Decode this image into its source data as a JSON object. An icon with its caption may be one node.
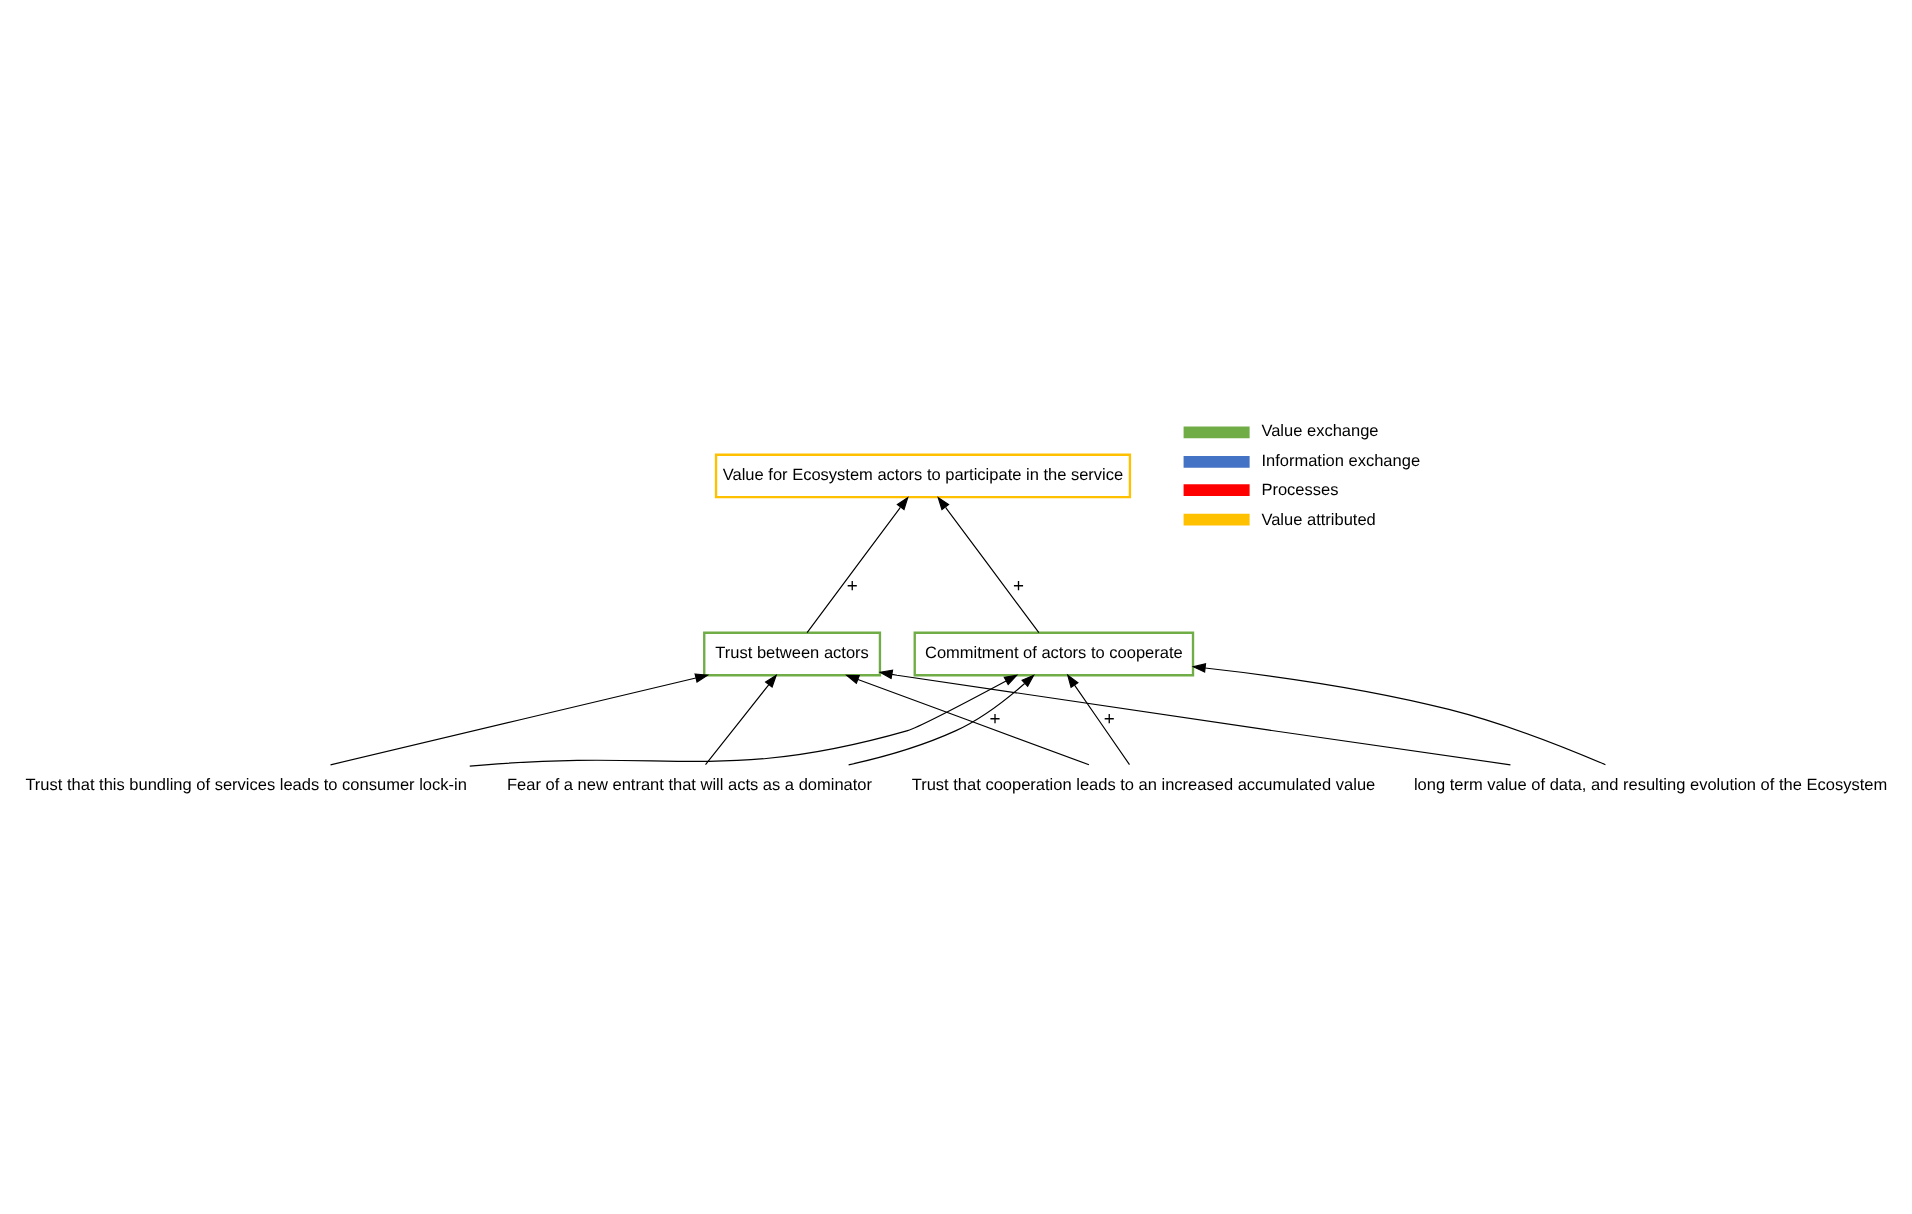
{
  "diagram": {
    "nodes": [
      {
        "text": [
          "Value for Ecosystem actors to participate in the service"
        ]
      },
      {
        "text": [
          "Trust between actors"
        ]
      },
      {
        "text": [
          "Commitment of actors to cooperate"
        ]
      },
      {
        "text": [
          "Trust that cooperation leads to an increased accumulated value"
        ]
      },
      {
        "text": [
          "Fear of a new entrant that will acts as a dominator"
        ]
      },
      {
        "text": [
          "Trust that this bundling of services leads to consumer lock-in"
        ]
      },
      {
        "text": [
          "long term value of data, and resulting evolution of the Ecosystem"
        ]
      }
    ],
    "edges": [
      {
        "from": 1,
        "to": 0,
        "arrow": "to",
        "label": "+"
      },
      {
        "from": 2,
        "to": 0,
        "arrow": "to",
        "label": "+"
      },
      {
        "from": 3,
        "to": 1,
        "arrow": "to",
        "label": "+"
      },
      {
        "from": 3,
        "to": 2,
        "arrow": "to",
        "label": "+"
      },
      {
        "from": 4,
        "to": 1,
        "arrow": "to"
      },
      {
        "from": 4,
        "to": 2,
        "arrow": "to"
      },
      {
        "from": 5,
        "to": 1,
        "arrow": "to"
      },
      {
        "from": 5,
        "to": 2,
        "arrow": "to"
      },
      {
        "from": 6,
        "to": 1,
        "arrow": "to"
      },
      {
        "from": 6,
        "to": 2,
        "arrow": "to"
      }
    ],
    "legend": [
      {
        "text": "Value exchange",
        "color": "#70ad47"
      },
      {
        "text": "Information exchange",
        "color": "#4472c4"
      },
      {
        "text": "Processes",
        "color": "#ff0000"
      },
      {
        "text": "Value attributed",
        "color": "#ffc000"
      }
    ]
  }
}
